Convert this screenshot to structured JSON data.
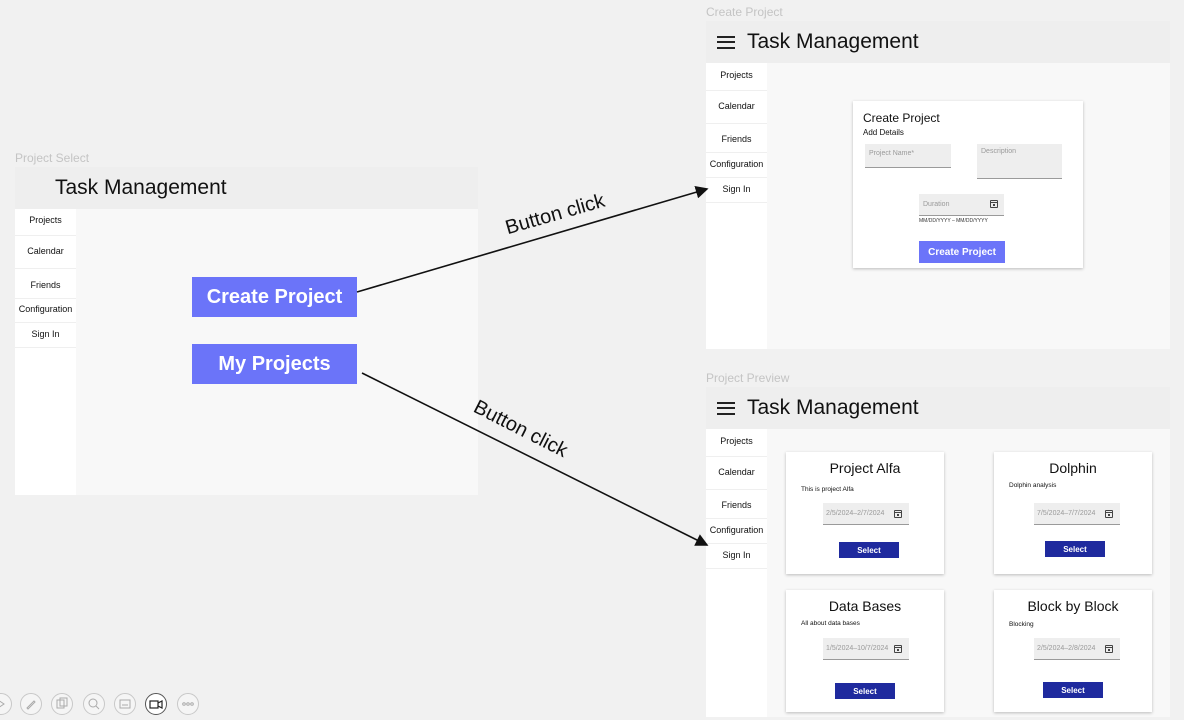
{
  "frames": {
    "project_select": {
      "label": "Project Select",
      "title": "Task Management",
      "nav": [
        "Projects",
        "Calendar",
        "Friends",
        "Configuration",
        "Sign In"
      ],
      "create_button": "Create Project",
      "my_projects_button": "My Projects"
    },
    "create_project": {
      "label": "Create Project",
      "title": "Task Management",
      "nav": [
        "Projects",
        "Calendar",
        "Friends",
        "Configuration",
        "Sign In"
      ],
      "card_title": "Create Project",
      "card_subtitle": "Add Details",
      "project_name_placeholder": "Project Name*",
      "description_placeholder": "Description",
      "duration_placeholder": "Duration",
      "date_hint": "MM/DD/YYYY – MM/DD/YYYY",
      "submit_button": "Create Project"
    },
    "project_preview": {
      "label": "Project Preview",
      "title": "Task Management",
      "nav": [
        "Projects",
        "Calendar",
        "Friends",
        "Configuration",
        "Sign In"
      ],
      "projects": [
        {
          "name": "Project Alfa",
          "description": "This is project Alfa",
          "dates": "2/5/2024–2/7/2024",
          "button": "Select"
        },
        {
          "name": "Dolphin",
          "description": "Dolphin analysis",
          "dates": "7/5/2024–7/7/2024",
          "button": "Select"
        },
        {
          "name": "Data Bases",
          "description": "All about data bases",
          "dates": "1/5/2024–10/7/2024",
          "button": "Select"
        },
        {
          "name": "Block by Block",
          "description": "Blocking",
          "dates": "2/5/2024–2/8/2024",
          "button": "Select"
        }
      ]
    }
  },
  "arrows": [
    {
      "label": "Button click",
      "from": "create_button",
      "to": "create_project"
    },
    {
      "label": "Button click",
      "from": "my_projects_button",
      "to": "project_preview"
    }
  ],
  "toolbar": {
    "icons": [
      "play-icon",
      "pen-icon",
      "copy-icon",
      "search-icon",
      "subtitles-icon",
      "video-icon",
      "more-icon"
    ]
  },
  "colors": {
    "primary_button": "#6b74f9",
    "select_button": "#1f2a9e",
    "topbar": "#eeeeee",
    "canvas": "#f1f1f1"
  }
}
